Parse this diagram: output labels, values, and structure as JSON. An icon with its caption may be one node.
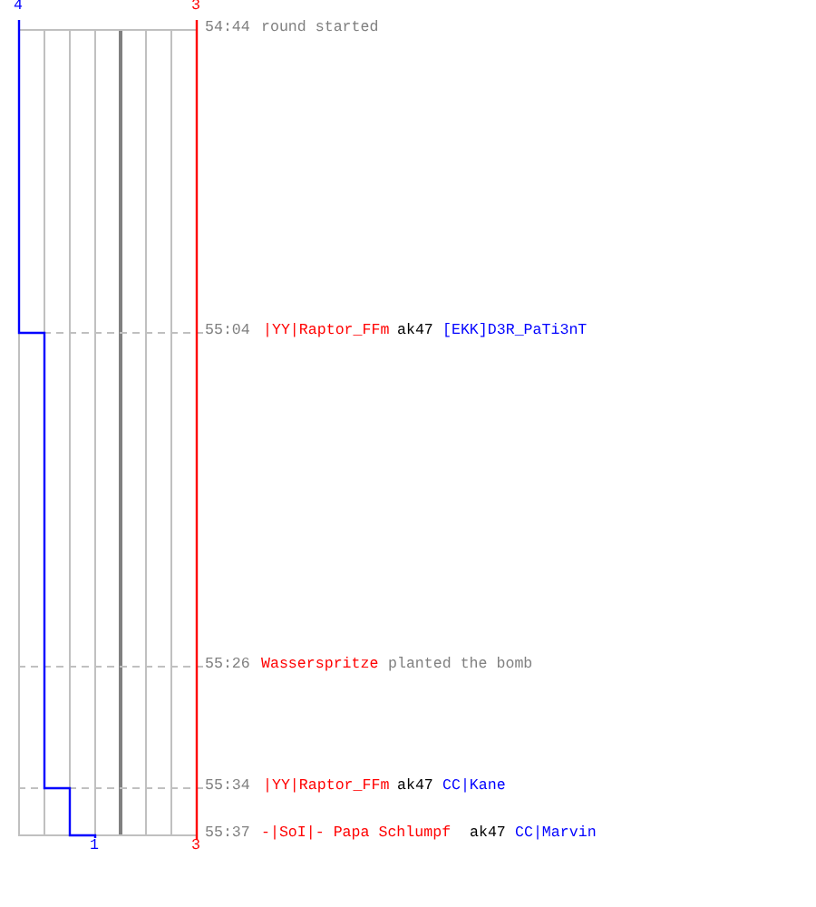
{
  "diagram": {
    "labels": [
      "4",
      "3",
      "54:44",
      "round started",
      "55:04",
      "|YY|Raptor_FFm",
      "ak47",
      "[EKK]D3R_PaTi3nT",
      "55:26",
      "Wasserspritze",
      "planted the bomb",
      "55:34",
      "|YY|Raptor_FFm",
      "ak47",
      "CC|Kane",
      "55:37",
      "-|SoI|- Papa Schlumpf",
      "ak47",
      "CC|Marvin",
      "1",
      "3"
    ]
  }
}
